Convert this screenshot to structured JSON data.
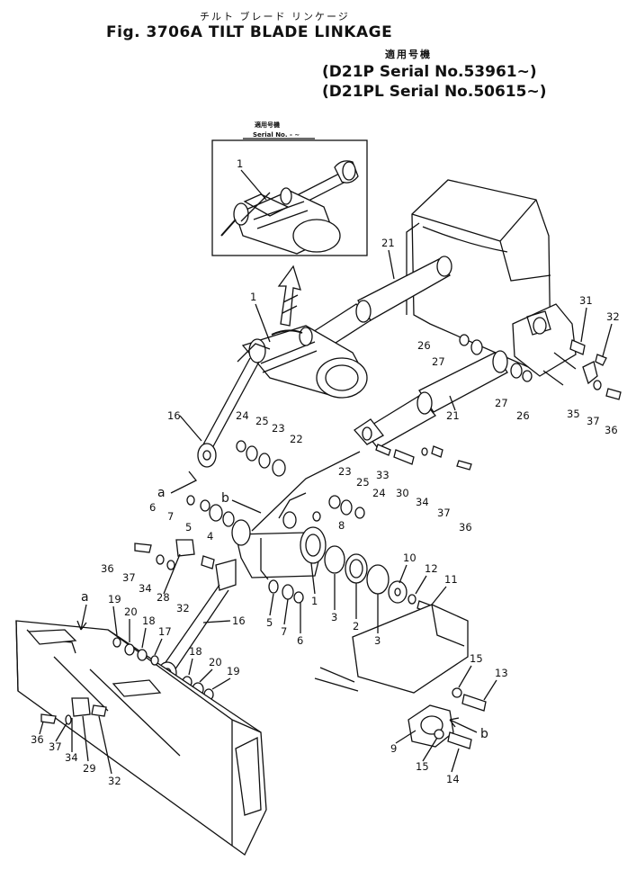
{
  "header": {
    "title_jp": "チルト ブレード リンケージ",
    "title": "Fig. 3706A TILT  BLADE  LINKAGE",
    "applicable_jp": "適用号機",
    "serial_lines": [
      "(D21P    Serial No.53961~)",
      "(D21PL  Serial No.50615~)"
    ]
  },
  "inset": {
    "label_jp": "適用号機",
    "label_serial": "Serial No.  -  ~"
  },
  "ref_letters": [
    "a",
    "b"
  ],
  "part_numbers": [
    "1",
    "2",
    "3",
    "4",
    "5",
    "6",
    "7",
    "8",
    "9",
    "10",
    "11",
    "12",
    "13",
    "14",
    "15",
    "16",
    "17",
    "18",
    "19",
    "20",
    "21",
    "22",
    "23",
    "24",
    "25",
    "26",
    "27",
    "28",
    "29",
    "30",
    "31",
    "32",
    "33",
    "34",
    "35",
    "36",
    "37"
  ]
}
